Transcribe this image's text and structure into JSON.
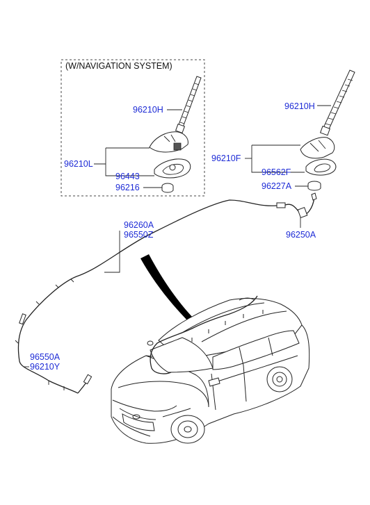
{
  "header": {
    "nav_system": "(W/NAVIGATION SYSTEM)"
  },
  "labels": {
    "nav_antenna_rod": "96210H",
    "nav_antenna_assy": "96210L",
    "nav_gasket": "96443",
    "nav_nut": "96216",
    "antenna_rod": "96210H",
    "antenna_assy": "96210F",
    "gasket": "96562F",
    "nut": "96227A",
    "cable_main_1": "96260A",
    "cable_main_2": "96550Z",
    "extension_cable": "96250A",
    "rear_cable_1": "96550A",
    "rear_cable_2": "96210Y"
  }
}
